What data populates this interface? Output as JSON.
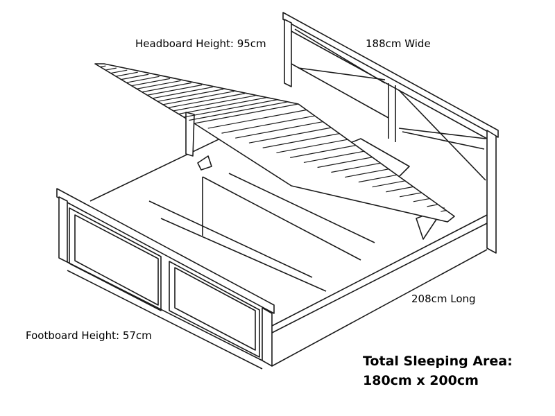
{
  "labels": {
    "headboard_height": "Headboard Height: 95cm",
    "width": "188cm Wide",
    "length": "208cm Long",
    "footboard_height": "Footboard Height: 57cm",
    "sleeping_area_title": "Total Sleeping Area:",
    "sleeping_area_value": "180cm x 200cm"
  },
  "colors": {
    "line": "#1a1a1a",
    "background": "#ffffff"
  }
}
